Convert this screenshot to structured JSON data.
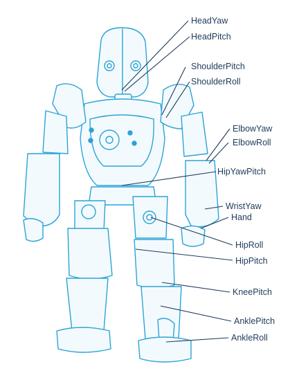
{
  "colors": {
    "line": "#2aa3d8",
    "fill": "#f3fafd",
    "label": "#1f3a5a",
    "accent": "#2aa3d8"
  },
  "labels": {
    "head_yaw": "HeadYaw",
    "head_pitch": "HeadPitch",
    "shoulder_pitch": "ShoulderPitch",
    "shoulder_roll": "ShoulderRoll",
    "elbow_yaw": "ElbowYaw",
    "elbow_roll": "ElbowRoll",
    "hip_yaw_pitch": "HipYawPitch",
    "wrist_yaw": "WristYaw",
    "hand": "Hand",
    "hip_roll": "HipRoll",
    "hip_pitch": "HipPitch",
    "knee_pitch": "KneePitch",
    "ankle_pitch": "AnklePitch",
    "ankle_roll": "AnkleRoll"
  }
}
